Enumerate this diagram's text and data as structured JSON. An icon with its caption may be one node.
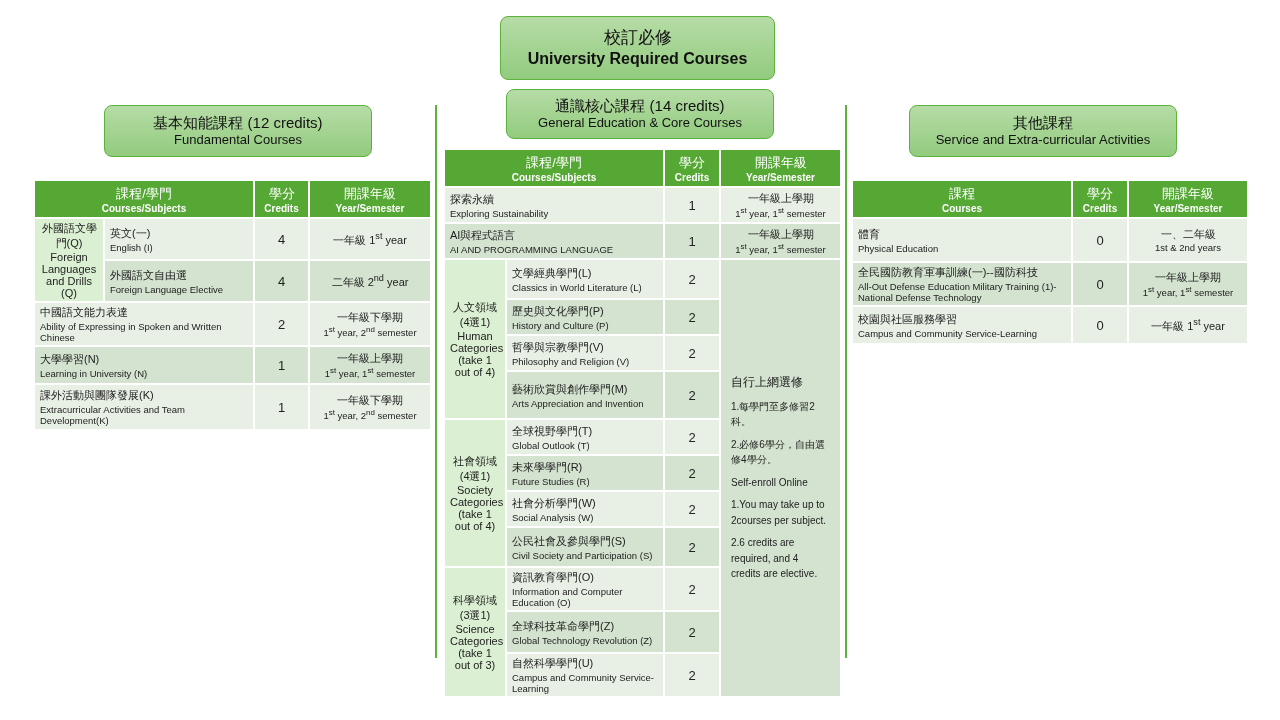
{
  "diagram": {
    "nodes": [
      {
        "text": [
          "校訂必修",
          "University Required Courses"
        ]
      },
      {
        "text": [
          "基本知能課程 (12 credits)",
          "Fundamental Courses"
        ]
      },
      {
        "text": [
          "通識核心課程 (14 credits)",
          "General Education & Core Courses"
        ]
      },
      {
        "text": [
          "其他課程",
          "Service and Extra-curricular Activities"
        ]
      }
    ],
    "edges": [],
    "labels": [
      "課程/學門",
      "Courses/Subjects",
      "學分",
      "Credits",
      "開課年級",
      "Year/Semester",
      "外國語文學門(Q)",
      "Foreign Languages and Drills (Q)",
      "英文(一)",
      "English (I)",
      "4",
      "一年級 1$^{st}$ year",
      "外國語文自由選",
      "Foreign Language Elective",
      "4",
      "二年級 2$^{nd}$ year",
      "中國語文能力表達",
      "Ability of Expressing in Spoken and Written Chinese",
      "2",
      "一年級下學期",
      "1$^{st}$ year, 2$^{nd}$ semester",
      "大學學習(N)",
      "Learning in University (N)",
      "1",
      "一年級上學期",
      "1$^{st}$ year, 1$^{st}$ semester",
      "課外活動與團隊發展(K)",
      "Extracurricular Activities and Team Development(K)",
      "1",
      "一年級下學期",
      "1$^{st}$ year, 2$^{nd}$ semester",
      "課程/學門",
      "Courses/Subjects",
      "學分",
      "Credits",
      "開課年級",
      "Year/Semester",
      "探索永續",
      "Exploring Sustainability",
      "1",
      "一年級上學期",
      "1$^{st}$ year, 1$^{st}$ semester",
      "AI與程式語言",
      "AI AND PROGRAMMING LANGUAGE",
      "1",
      "一年級上學期",
      "1$^{st}$ year, 1$^{st}$ semester",
      "人文領域 (4選1)",
      "Human Categories (take 1 out of 4)",
      "文學經典學門(L)",
      "Classics in World Literature (L)",
      "2",
      "自行上網選修",
      "1.每學門至多修習2科。",
      "2.必修6學分，自由選修4學分。",
      "Self-enroll Online",
      "1.You may take up to 2courses per subject.",
      "2.6 credits are required, and 4 credits are elective.",
      "歷史與文化學門(P)",
      "History and Culture (P)",
      "2",
      "哲學與宗教學門(V)",
      "Philosophy and Religion (V)",
      "2",
      "藝術欣賞與創作學門(M)",
      "Arts Appreciation and Invention",
      "2",
      "社會領域 (4選1)",
      "Society Categories (take 1 out of 4)",
      "全球視野學門(T)",
      "Global Outlook (T)",
      "2",
      "未來學學門(R)",
      "Future Studies (R)",
      "2",
      "社會分析學門(W)",
      "Social Analysis (W)",
      "2",
      "公民社會及參與學門(S)",
      "Civil Society and Participation (S)",
      "2",
      "科學領域 (3選1)",
      "Science Categories (take 1 out of 3)",
      "資訊教育學門(O)",
      "Information and Computer Education (O)",
      "2",
      "全球科技革命學門(Z)",
      "Global Technology Revolution (Z)",
      "2",
      "自然科學學門(U)",
      "Campus and Community Service-Learning",
      "2",
      "課程",
      "Courses",
      "學分",
      "Credits",
      "開課年級",
      "Year/Semester",
      "體育",
      "Physical Education",
      "0",
      "一、二年級",
      "1st & 2nd years",
      "全民國防教育軍事訓練(一)--國防科技",
      "All-Out Defense Education Military Training (1)-National Defense Technology",
      "0",
      "一年級上學期",
      "1$^{st}$ year, 1$^{st}$ semester",
      "校園與社區服務學習",
      "Campus and Community Service-Learning",
      "0",
      "一年級 1$^{st}$ year"
    ]
  }
}
